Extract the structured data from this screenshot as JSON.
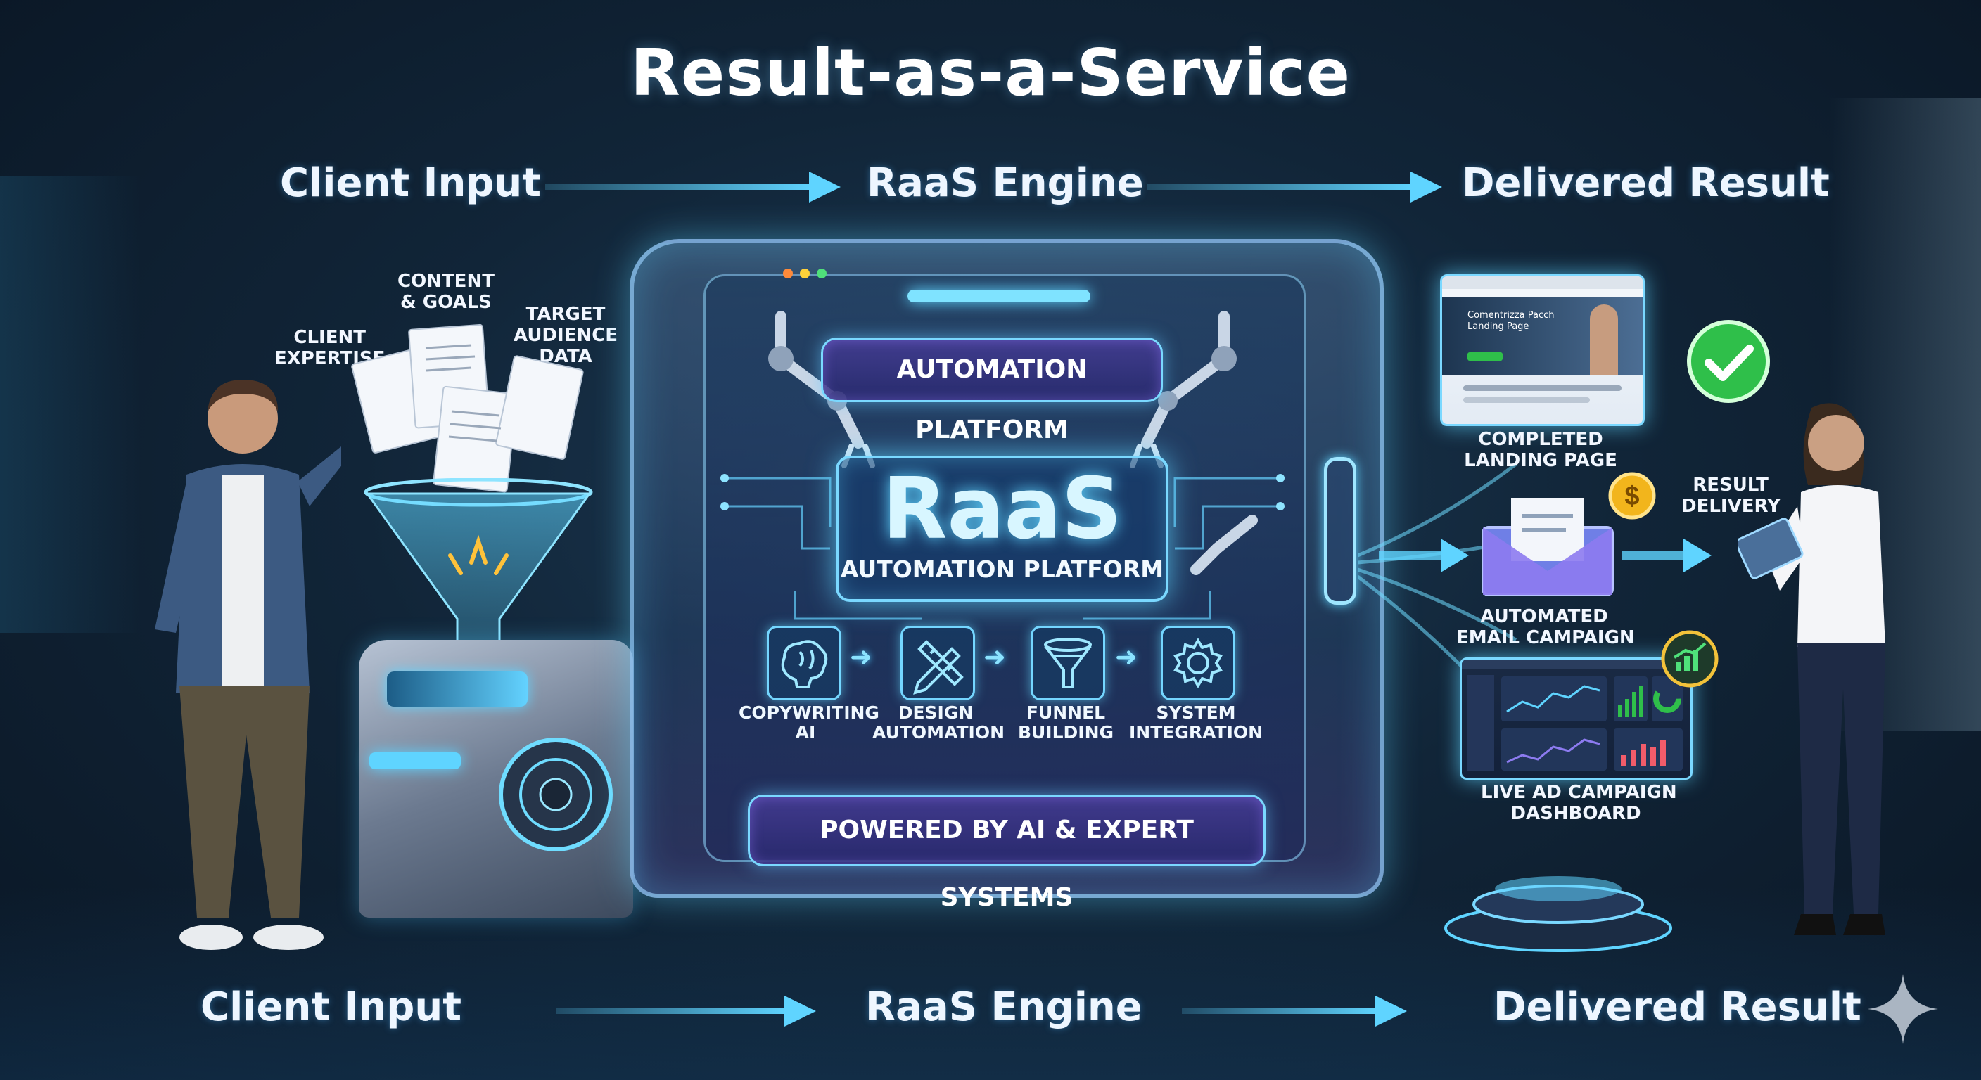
{
  "title": "Result-as-a-Service",
  "flow_top": {
    "input": "Client Input",
    "engine": "RaaS Engine",
    "result": "Delivered Result"
  },
  "flow_bottom": {
    "input": "Client Input",
    "engine": "RaaS Engine",
    "result": "Delivered Result"
  },
  "inputs": {
    "client_expertise": [
      "CLIENT",
      "EXPERTISE"
    ],
    "content_goals": [
      "CONTENT",
      "& GOALS"
    ],
    "target_audience": [
      "TARGET",
      "AUDIENCE",
      "DATA"
    ]
  },
  "engine": {
    "top_panel": "AUTOMATION PLATFORM",
    "brand": "RaaS",
    "brand_sub": "AUTOMATION PLATFORM",
    "bottom_panel": "POWERED BY AI & EXPERT SYSTEMS",
    "steps": [
      {
        "icon": "brain-icon",
        "label": [
          "COPYWRITING",
          "AI"
        ]
      },
      {
        "icon": "pencil-ruler-icon",
        "label": [
          "DESIGN",
          "AUTOMATION"
        ]
      },
      {
        "icon": "funnel-icon",
        "label": [
          "FUNNEL",
          "BUILDING"
        ]
      },
      {
        "icon": "gear-icon",
        "label": [
          "SYSTEM",
          "INTEGRATION"
        ]
      }
    ]
  },
  "results": {
    "landing_page": [
      "COMPLETED",
      "LANDING PAGE"
    ],
    "landing_preview_title": [
      "Comentrizza Pacch",
      "Landing Page"
    ],
    "email_campaign": [
      "AUTOMATED",
      "EMAIL CAMPAIGN"
    ],
    "result_delivery": [
      "RESULT",
      "DELIVERY"
    ],
    "ad_dashboard": [
      "LIVE AD CAMPAIGN",
      "DASHBOARD"
    ],
    "currency_symbol": "$"
  },
  "colors": {
    "accent_cyan": "#5fd4ff",
    "accent_purple": "#8a6cff",
    "success_green": "#2fbf4a",
    "coin_gold": "#f2b51c"
  }
}
